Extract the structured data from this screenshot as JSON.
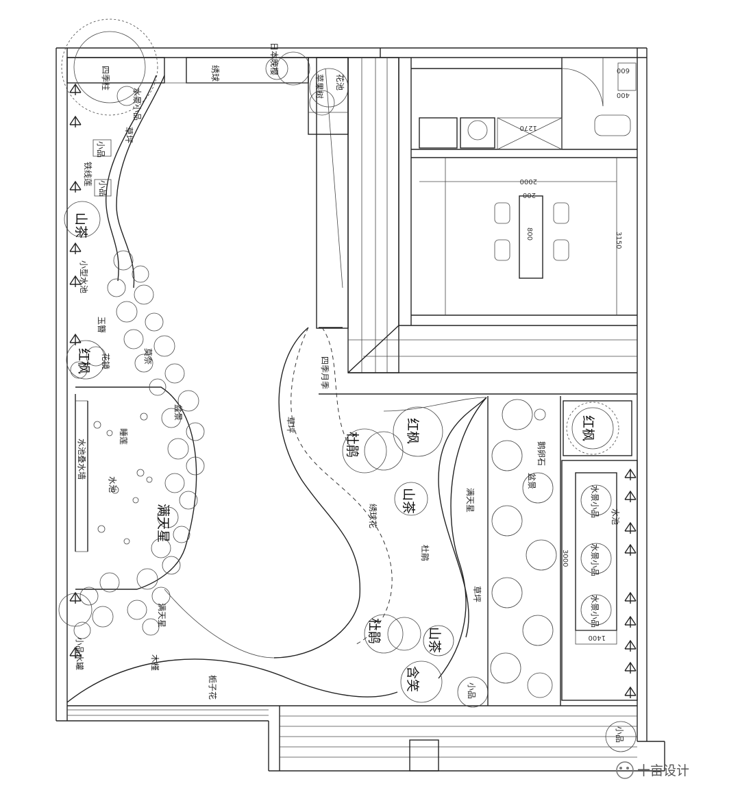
{
  "labels": {
    "siji_zhu": "四季柱",
    "xiuqiu_top": "绣球",
    "riben_wanying": "日本晚樱",
    "huachi": "花池",
    "pingguo_shu": "苹果树",
    "shuijing_xiaopin_top": "水景小品",
    "caoping_top": "草坪",
    "xiaopin_a": "小品",
    "xiaopin_b": "小品",
    "tiexian_lian": "铁线莲",
    "shancha_1": "山茶",
    "xiaoxing_shuichi": "小型水池",
    "yuxiang": "玉簪",
    "hongfeng_1": "红枫",
    "huajing": "花镜",
    "shuichi_dieshui": "水池叠水墙",
    "shuilian": "睡莲",
    "shuichi": "水池",
    "siji_yueji": "四季月季",
    "caoping_mid": "草坪",
    "dujuan_1": "杜鹃",
    "hongfeng_2": "红枫",
    "hongfeng_3": "红枫",
    "shancha_2": "山茶",
    "xiuqiuhua": "绣球花",
    "mantianxing_mid": "满天星",
    "dujuan_small": "杜鹃",
    "luanshi": "鹅卵石",
    "shuijing_xiaopin_r": "水景小品",
    "shuichi_r": "水池",
    "caoping_low": "草坪",
    "dujuan_2": "杜鹃",
    "shancha_3": "山茶",
    "hanxiao": "含笑",
    "xiaopin_c": "小品",
    "xiaopin_d": "小品",
    "zhizihua": "栀子花",
    "muqiu": "木槿",
    "mantianxing_low": "满天星",
    "shuiguan": "小品水罐",
    "mohe": "莫奈",
    "penzai": "盆景"
  },
  "dims": {
    "d600a": "600",
    "d400": "400",
    "d1270": "1270",
    "d3150": "3150",
    "d2000": "2000",
    "d800": "800",
    "d200": "200",
    "d3000": "3000",
    "d1400": "1400"
  },
  "watermark": {
    "text": "十亩设计"
  }
}
